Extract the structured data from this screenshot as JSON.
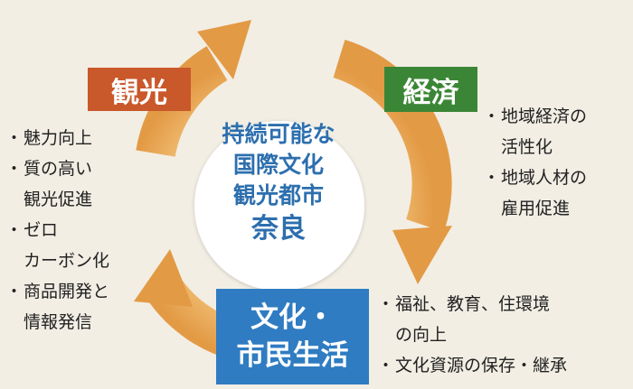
{
  "center": {
    "line1": "持続可能な",
    "line2": "国際文化",
    "line3": "観光都市",
    "line4": "奈良"
  },
  "boxes": {
    "kanko": {
      "label": "観光",
      "color": "#c9582b"
    },
    "keizai": {
      "label": "経済",
      "color": "#3b8636"
    },
    "bunka": {
      "line1": "文化・",
      "line2": "市民生活",
      "color": "#2f7cc2"
    }
  },
  "lists": {
    "kanko": [
      [
        "魅力向上"
      ],
      [
        "質の高い",
        "観光促進"
      ],
      [
        "ゼロ",
        "カーボン化"
      ],
      [
        "商品開発と",
        "情報発信"
      ]
    ],
    "keizai": [
      [
        "地域経済の",
        "活性化"
      ],
      [
        "地域人材の",
        "雇用促進"
      ]
    ],
    "bunka": [
      [
        "福祉、教育、住環境",
        "の向上"
      ],
      [
        "文化資源の保存・継承"
      ]
    ]
  },
  "colors": {
    "arrow_outer": "#e39a45",
    "arrow_inner": "#f6dcae",
    "background": "#f2eee4",
    "center_text": "#2d6fae"
  }
}
